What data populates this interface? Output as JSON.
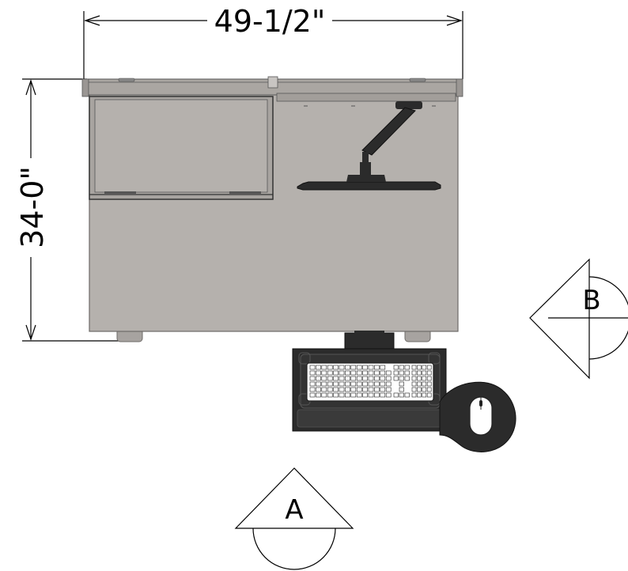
{
  "dimensions": {
    "width_label": "49-1/2\"",
    "height_label": "34-0\""
  },
  "view_markers": {
    "a_label": "A",
    "b_label": "B"
  },
  "colors": {
    "desk_surface": "#b5b1ad",
    "desk_edge": "#6e6b68",
    "dark_part": "#2b2b2b",
    "line": "#000000"
  }
}
